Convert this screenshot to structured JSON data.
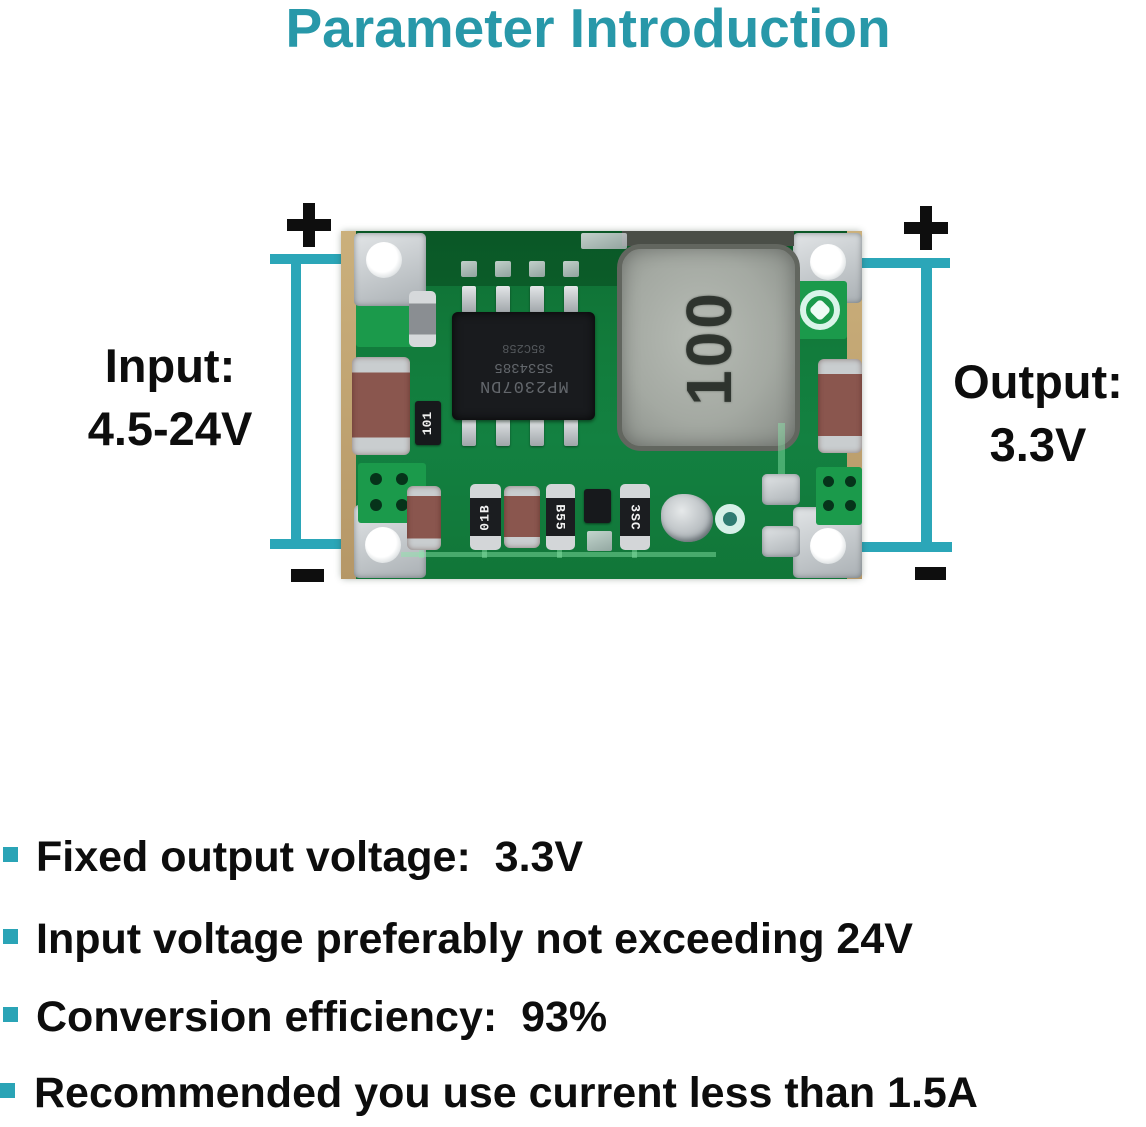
{
  "title": "Parameter Introduction",
  "colors": {
    "accent_teal": "#2898a9",
    "line_teal": "#2ba6b8",
    "bullet_teal": "#2aa4b6",
    "text_black": "#0d0d0d",
    "pcb_green": "#127a3b"
  },
  "annotations": {
    "input": {
      "line1": "Input:",
      "line2": "4.5-24V"
    },
    "output": {
      "line1": "Output:",
      "line2": "3.3V"
    },
    "polarity": {
      "plus": "+",
      "minus": "-"
    }
  },
  "module": {
    "inductor_marking": "100",
    "ic_marking_lines": [
      "MP2307DN",
      "S534385",
      "85C258"
    ],
    "resistor_markings": [
      "101",
      "01B",
      "B55",
      "3SC"
    ]
  },
  "bullets": [
    "Fixed output voltage:  3.3V",
    "Input voltage preferably not exceeding 24V",
    "Conversion efficiency:  93%",
    "Recommended you use current less than 1.5A"
  ]
}
